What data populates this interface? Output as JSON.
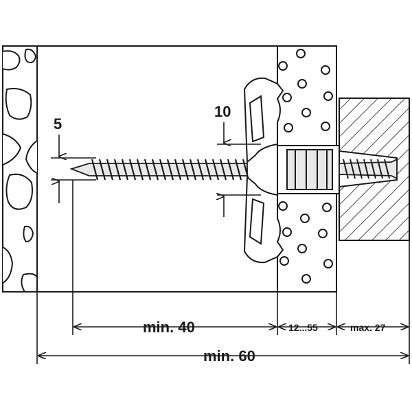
{
  "labels": {
    "screw_diameter": "5",
    "washer_height": "10",
    "embed_depth": "min. 40",
    "insulation_range": "12...55",
    "fixture_max": "max. 27",
    "total_depth": "min. 60"
  },
  "colors": {
    "line": "#1a1a1a",
    "background": "#ffffff",
    "fixture_fill": "#ffffff",
    "metal": "#e8e8e8"
  }
}
